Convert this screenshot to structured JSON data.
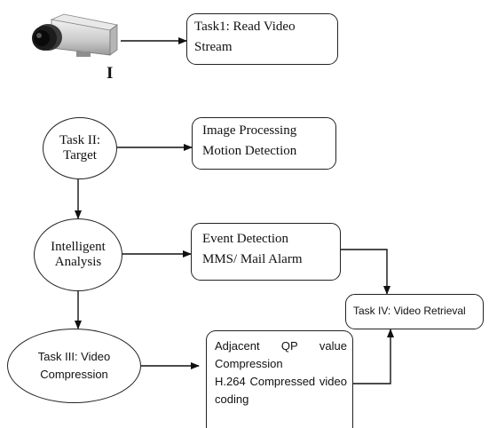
{
  "nodes": {
    "task1": {
      "line1": "Task1: Read Video",
      "line2": "Stream"
    },
    "image_processing": {
      "line1": "Image Processing",
      "line2": "Motion Detection"
    },
    "task2": {
      "line1": "Task II:",
      "line2": "Target"
    },
    "intelligent": {
      "line1": "Intelligent",
      "line2": "Analysis"
    },
    "event": {
      "line1": "Event Detection",
      "line2": "MMS/ Mail Alarm"
    },
    "task4": {
      "label": "Task IV: Video Retrieval"
    },
    "task3": {
      "line1": "Task III: Video",
      "line2": "Compression"
    },
    "coding": {
      "row1": [
        "Adjacent",
        "QP",
        "value"
      ],
      "row2": "Compression",
      "row3": [
        "H.264",
        "Compressed",
        "video"
      ],
      "row4": "coding"
    },
    "camera_mark": "I"
  },
  "colors": {
    "stroke": "#222222",
    "text": "#111111",
    "background": "#ffffff"
  },
  "icons": {
    "camera": "surveillance-camera-icon"
  }
}
